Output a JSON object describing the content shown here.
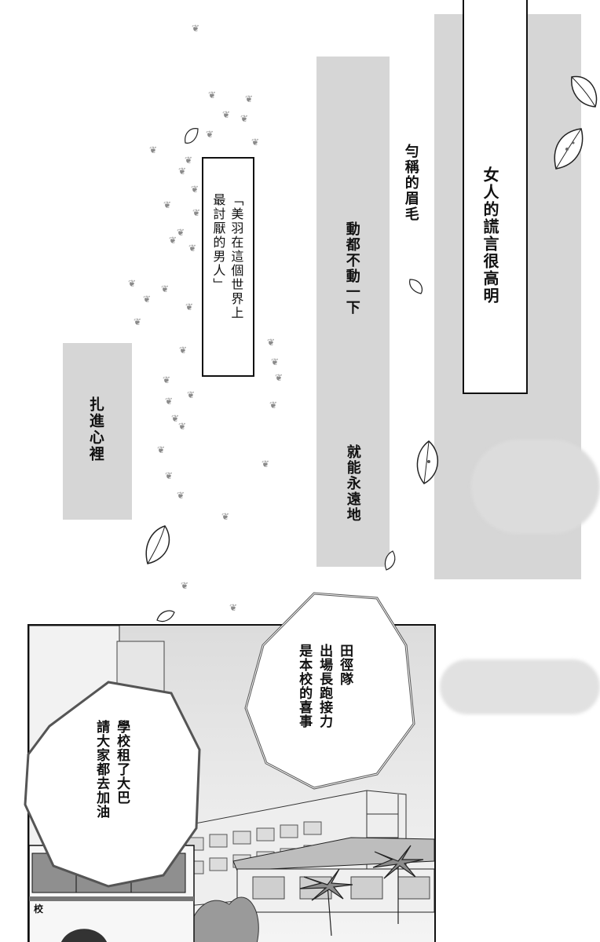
{
  "captions": {
    "lie": "女人的謊言很高明",
    "eyebrows": "勻稱的眉毛",
    "unmoved": "動都不動一下",
    "forever": "就能永遠地",
    "pierce": "扎進心裡"
  },
  "quote_box": {
    "line1": "「美羽在這個世界上",
    "line2": "最討厭的男人」"
  },
  "bubbles": {
    "right_line1": "田徑隊",
    "right_line2": "出場長跑接力",
    "right_line3": "是本校的喜事",
    "left_line1": "學校租了大巴",
    "left_line2": "請大家都去加油"
  },
  "bus_sign": "校",
  "colors": {
    "tone": "#d6d6d6",
    "ink": "#111111"
  }
}
